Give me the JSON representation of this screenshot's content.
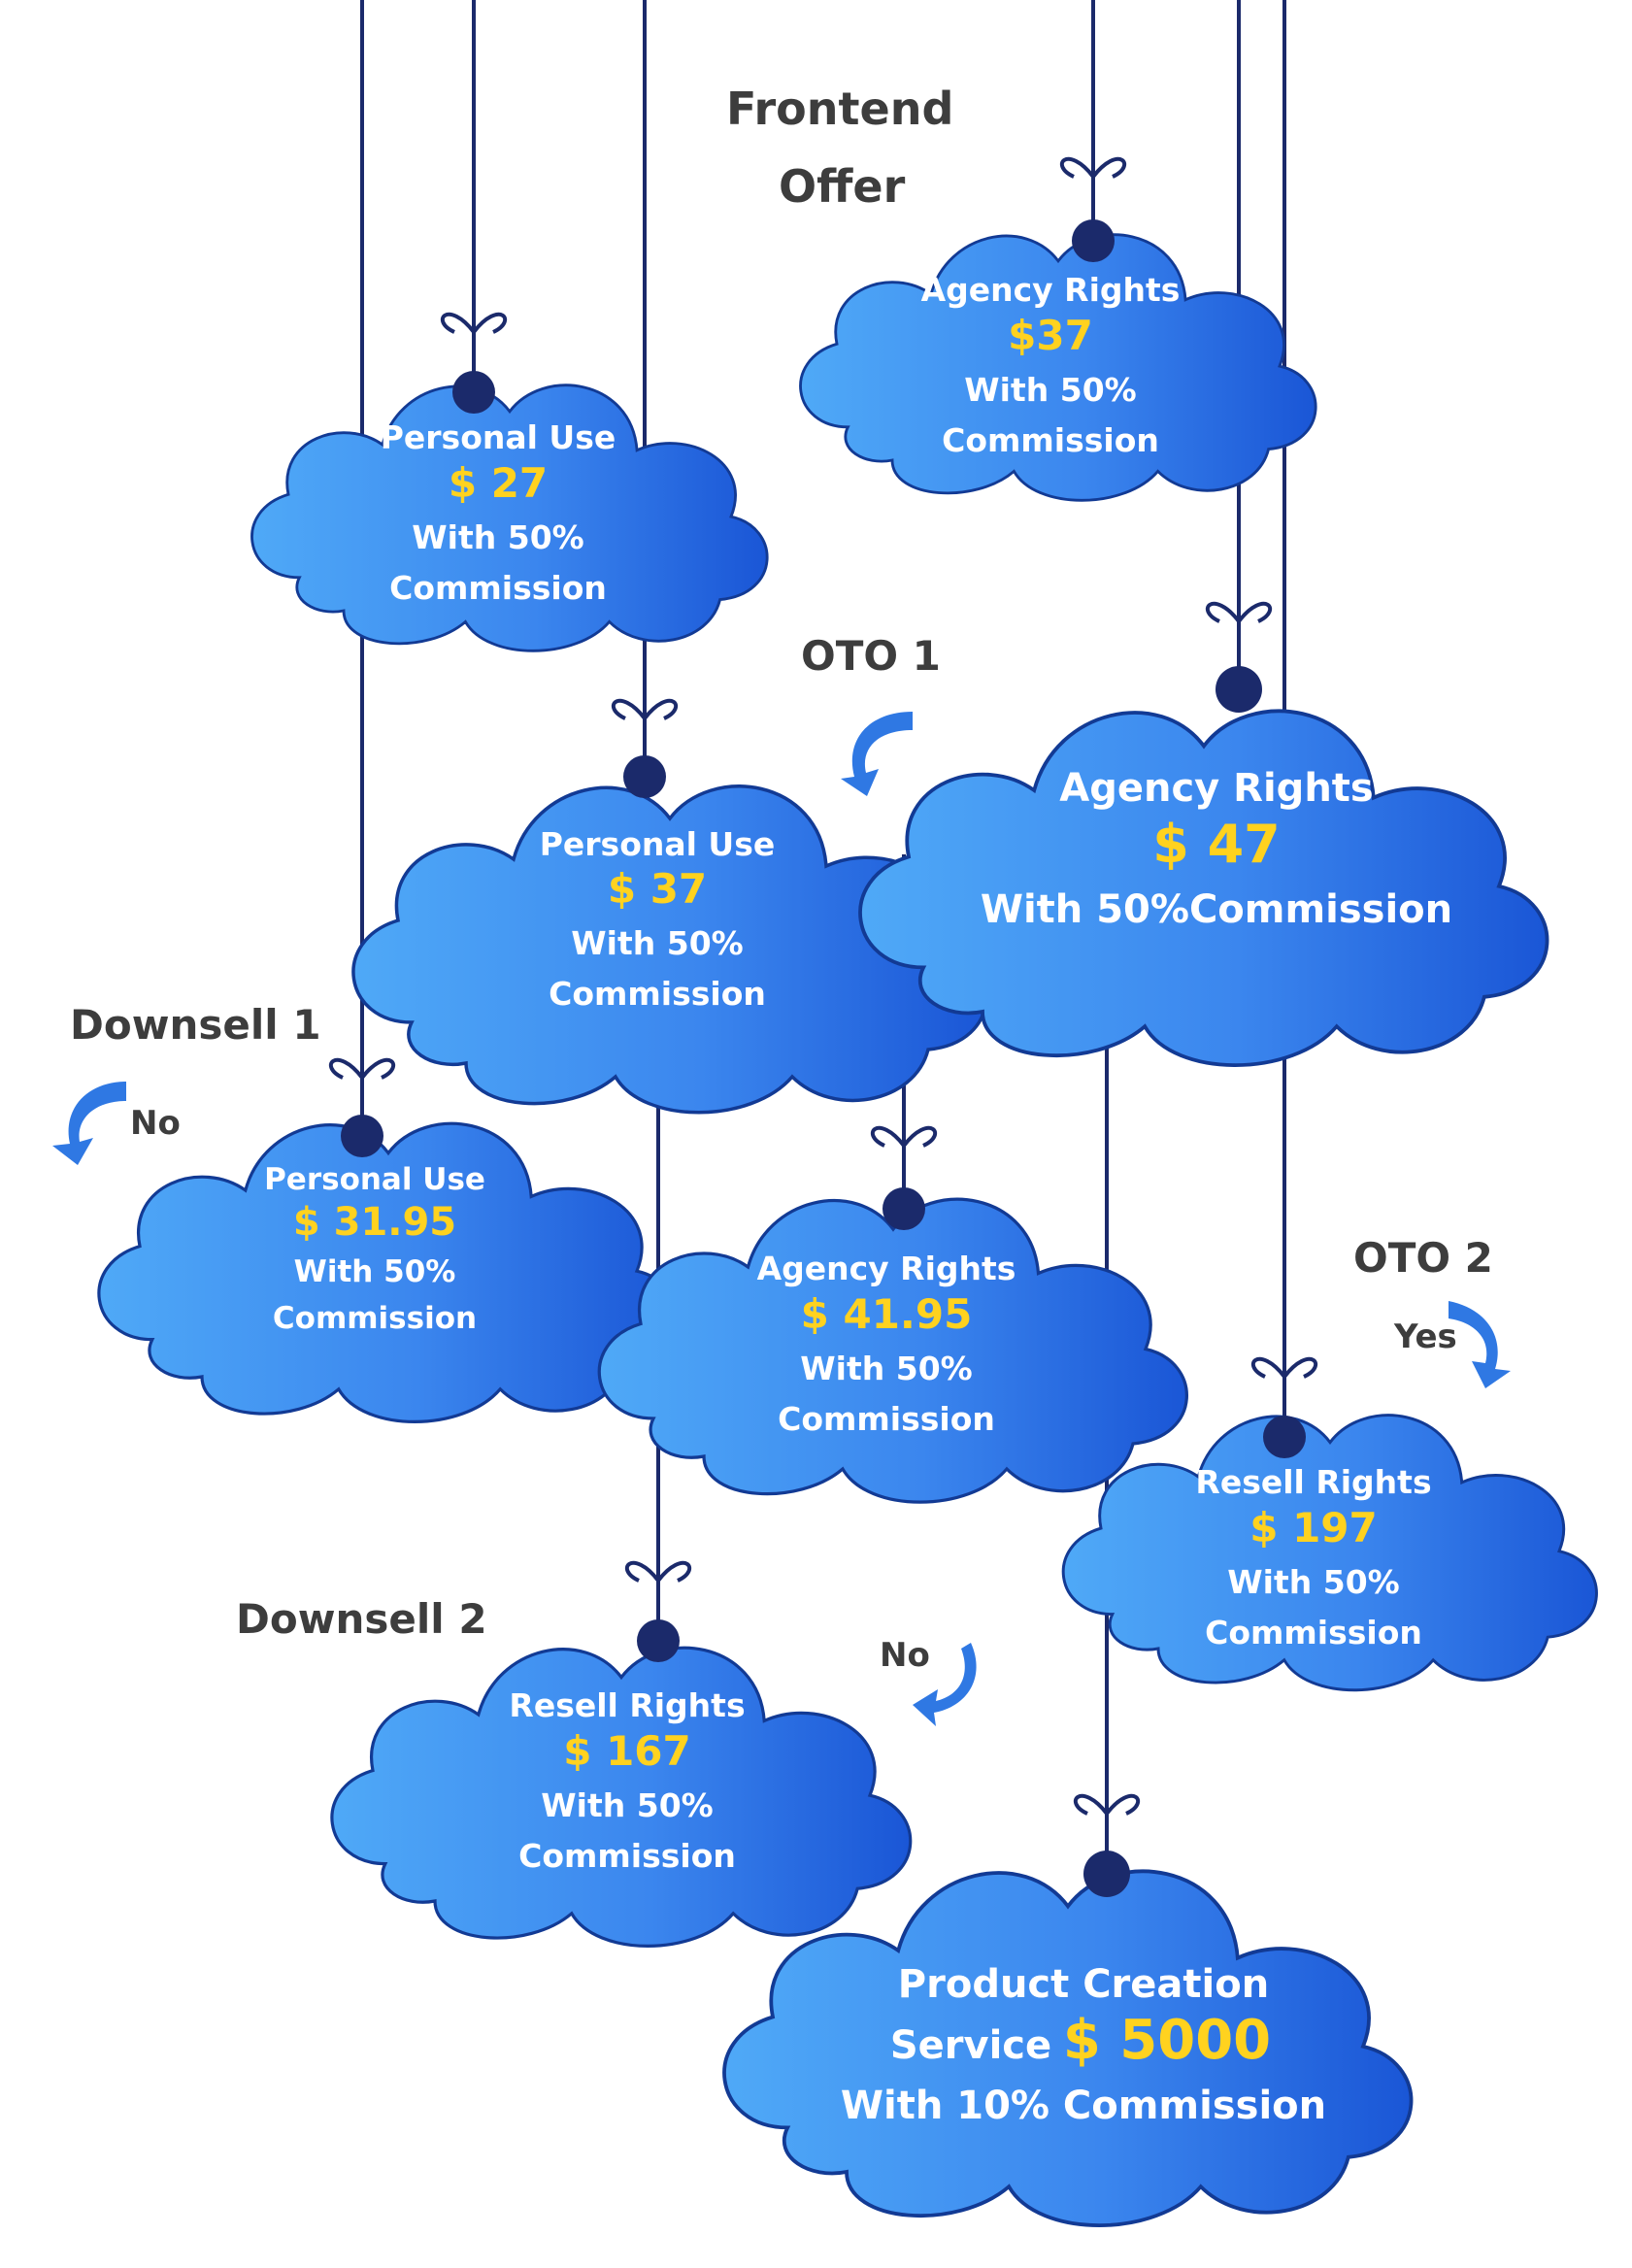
{
  "labels": {
    "frontend_line1": "Frontend",
    "frontend_line2": "Offer",
    "oto1": "OTO 1",
    "downsell1": "Downsell 1",
    "downsell1_no": "No",
    "oto2": "OTO 2",
    "oto2_yes": "Yes",
    "downsell2": "Downsell 2",
    "downsell2_no": "No"
  },
  "colors": {
    "cloud_light": "#4fa9f7",
    "cloud_dark": "#1a56d6",
    "cloud_edge": "#123a94",
    "string": "#1b2a6b",
    "price": "#ffd21f",
    "text": "#ffffff",
    "label": "#3d3d3d"
  },
  "clouds": {
    "frontend_agency": {
      "title": "Agency Rights",
      "price": "$37",
      "line1": "With 50%",
      "line2": "Commission"
    },
    "frontend_personal": {
      "title": "Personal Use",
      "price": "$ 27",
      "line1": "With 50%",
      "line2": "Commission"
    },
    "oto1_personal": {
      "title": "Personal Use",
      "price": "$ 37",
      "line1": "With 50%",
      "line2": "Commission"
    },
    "oto1_agency": {
      "title": "Agency Rights",
      "price": "$ 47",
      "line1": "With 50%Commission"
    },
    "downsell1_personal": {
      "title": "Personal Use",
      "price": "$ 31.95",
      "line1": "With 50%",
      "line2": "Commission"
    },
    "downsell1_agency": {
      "title": "Agency Rights",
      "price": "$ 41.95",
      "line1": "With 50%",
      "line2": "Commission"
    },
    "oto2_resell": {
      "title": "Resell Rights",
      "price": "$ 197",
      "line1": "With 50%",
      "line2": "Commission"
    },
    "downsell2_resell": {
      "title": "Resell Rights",
      "price": "$ 167",
      "line1": "With 50%",
      "line2": "Commission"
    },
    "product_service": {
      "title": "Product Creation",
      "title_prefix": "Service",
      "price": "$ 5000",
      "line1": "With 10% Commission"
    }
  }
}
